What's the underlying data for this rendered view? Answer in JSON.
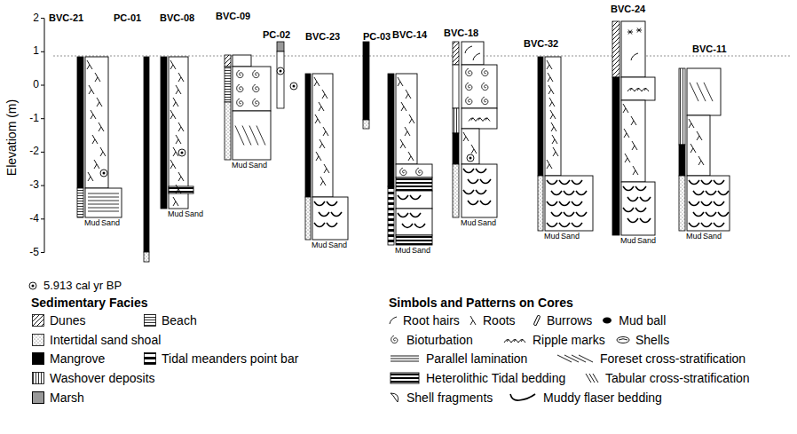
{
  "diagram": {
    "nodes": [
      {
        "text": [
          "BVC-21"
        ]
      },
      {
        "text": [
          "PC-01"
        ]
      },
      {
        "text": [
          "BVC-08"
        ]
      },
      {
        "text": [
          "BVC-09"
        ]
      },
      {
        "text": [
          "PC-02"
        ]
      },
      {
        "text": [
          "BVC-23"
        ]
      },
      {
        "text": [
          "PC-03"
        ]
      },
      {
        "text": [
          "BVC-14"
        ]
      },
      {
        "text": [
          "BVC-18"
        ]
      },
      {
        "text": [
          "BVC-32"
        ]
      },
      {
        "text": [
          "BVC-24"
        ]
      },
      {
        "text": [
          "BVC-11"
        ]
      }
    ],
    "labels": [
      "Elevatiom (m)",
      "2",
      "1",
      "0",
      "-1",
      "-2",
      "-3",
      "-4",
      "-5",
      "Mud",
      "Sand",
      "Mud",
      "Sand",
      "Mud",
      "Sand",
      "Mud",
      "Sand",
      "Mud",
      "Sand",
      "Mud",
      "Sand",
      "Mud",
      "Sand",
      "Mud",
      "Sand",
      "Mud",
      "Sand",
      "Sedimentary Facies",
      "Simbols and Patterns on Cores"
    ],
    "legend": [
      {
        "text": "5.913 cal yr BP"
      },
      {
        "text": "Dunes"
      },
      {
        "text": "Beach"
      },
      {
        "text": "Intertidal sand shoal"
      },
      {
        "text": "Mangrove",
        "color": "#000000"
      },
      {
        "text": "Tidal meanders point bar"
      },
      {
        "text": "Washover deposits"
      },
      {
        "text": "Marsh",
        "color": "#999999"
      },
      {
        "text": "Root hairs"
      },
      {
        "text": "Roots"
      },
      {
        "text": "Burrows"
      },
      {
        "text": "Mud ball"
      },
      {
        "text": "Bioturbation"
      },
      {
        "text": "Ripple marks"
      },
      {
        "text": "Shells"
      },
      {
        "text": "Parallel lamination"
      },
      {
        "text": "Foreset cross-stratification"
      },
      {
        "text": "Heterolithic Tidal bedding"
      },
      {
        "text": "Tabular cross-stratification"
      },
      {
        "text": "Shell fragments"
      },
      {
        "text": "Muddy flaser bedding"
      }
    ]
  }
}
